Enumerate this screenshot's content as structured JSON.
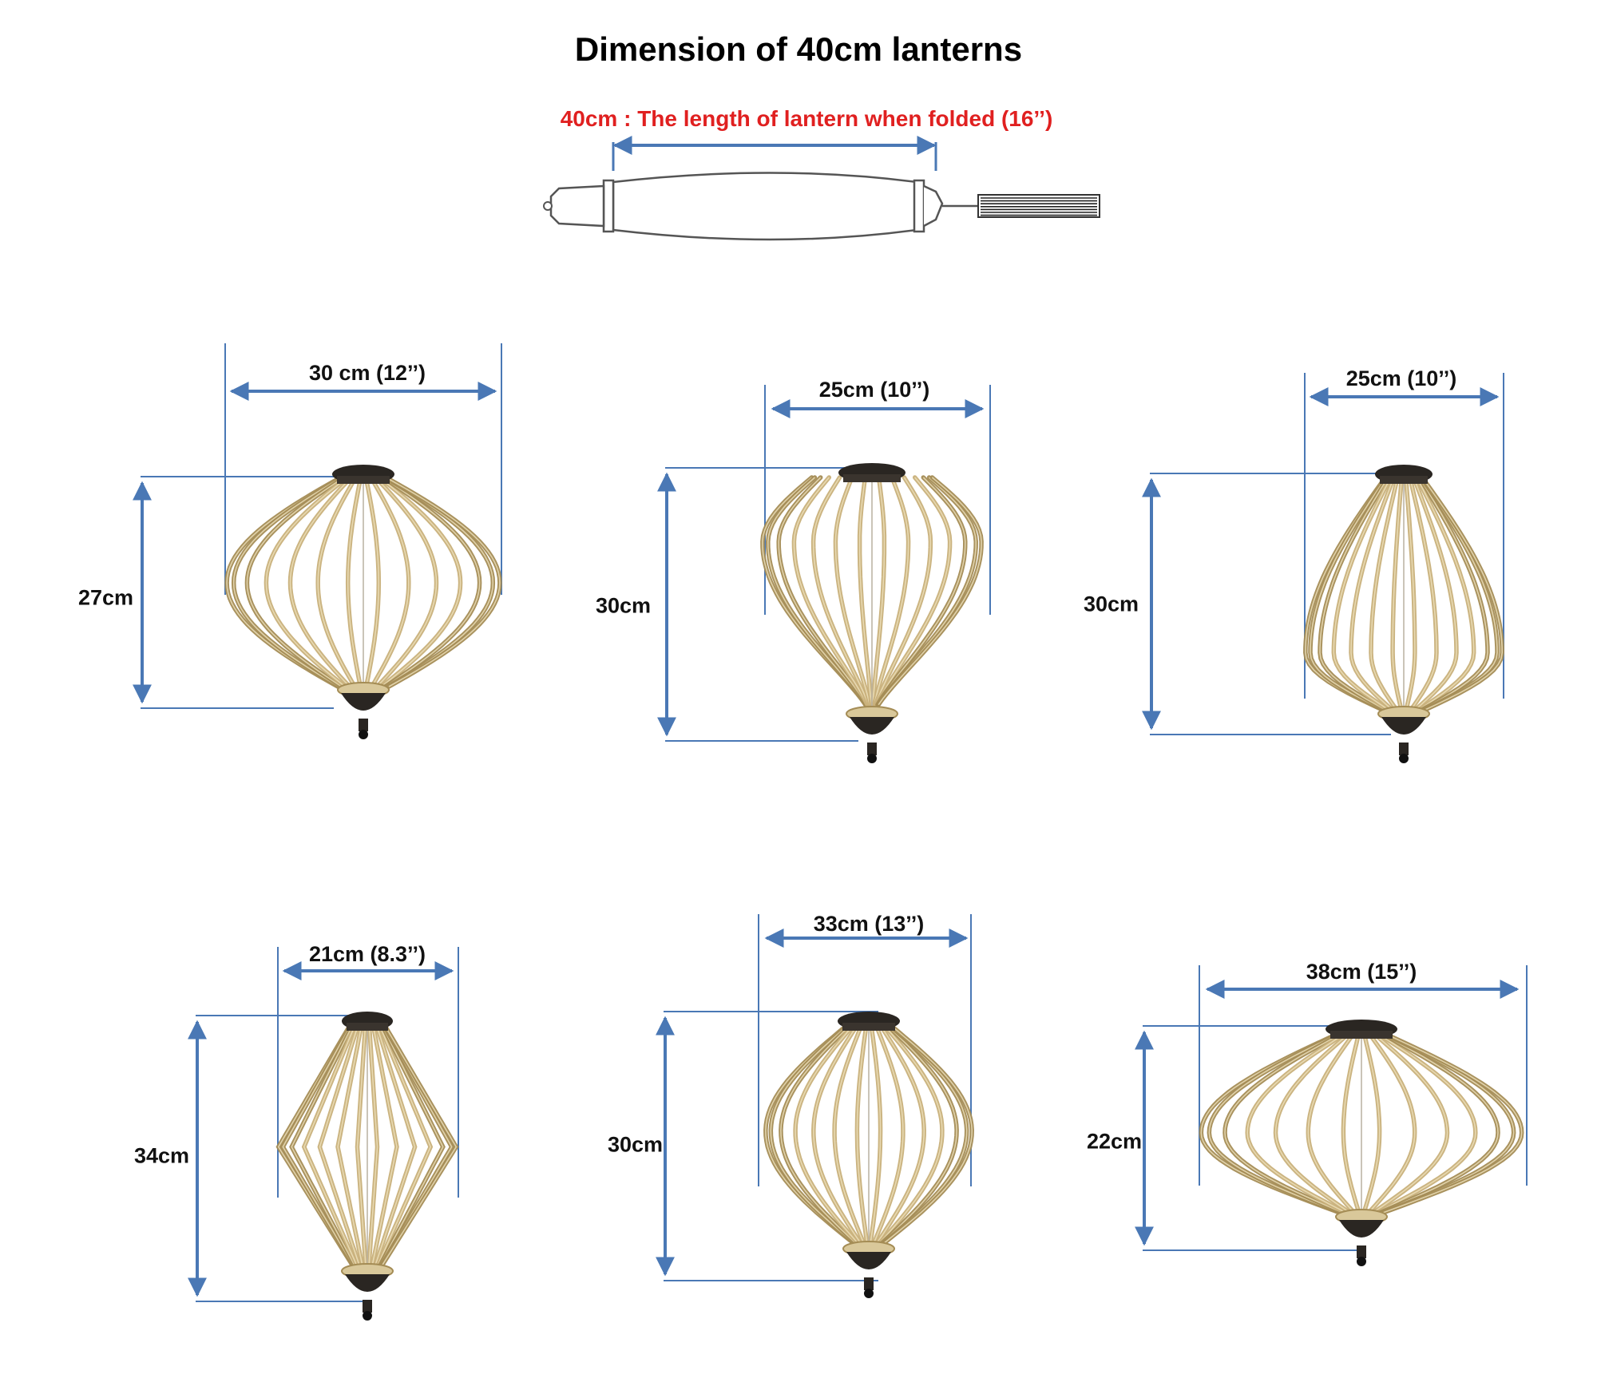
{
  "title": "Dimension of 40cm lanterns",
  "folded": {
    "label": "40cm : The length of lantern when folded  (16’’)"
  },
  "colors": {
    "dimension_line": "#4a78b5",
    "bamboo": "#c8b07a",
    "bamboo_dark": "#a48c55",
    "cap": "#2a2622",
    "folded_label": "#e02020"
  },
  "lanterns": [
    {
      "shape": "round",
      "width_label": "30 cm (12’’)",
      "height_label": "27cm"
    },
    {
      "shape": "teardrop",
      "width_label": "25cm (10’’)",
      "height_label": "30cm"
    },
    {
      "shape": "pear",
      "width_label": "25cm (10’’)",
      "height_label": "30cm"
    },
    {
      "shape": "diamond",
      "width_label": "21cm (8.3’’)",
      "height_label": "34cm"
    },
    {
      "shape": "onion",
      "width_label": "33cm (13’’)",
      "height_label": "30cm"
    },
    {
      "shape": "flat-diamond",
      "width_label": "38cm (15’’)",
      "height_label": "22cm"
    }
  ]
}
